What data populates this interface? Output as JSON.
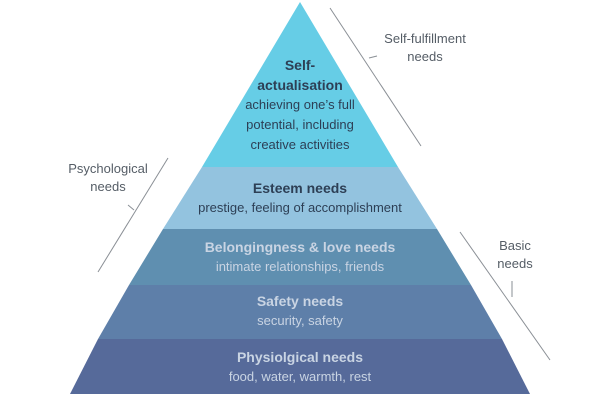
{
  "colors": {
    "tier_self": "#66cde6",
    "tier_esteem": "#93c3df",
    "tier_belonging": "#5f8fb0",
    "tier_safety": "#5e7fa9",
    "tier_physiological": "#566a9a",
    "label_line": "#8a8f95",
    "text_dark": "#2d3f55",
    "text_light": "#c9d4e3"
  },
  "tiers": {
    "self": {
      "title_1": "Self-",
      "title_2": "actualisation",
      "desc_1": "achieving one’s full",
      "desc_2": "potential, including",
      "desc_3": "creative activities"
    },
    "esteem": {
      "title": "Esteem needs",
      "desc": "prestige, feeling of accomplishment"
    },
    "belonging": {
      "title": "Belongingness & love needs",
      "desc": "intimate relationships, friends"
    },
    "safety": {
      "title": "Safety needs",
      "desc": "security, safety"
    },
    "physiological": {
      "title": "Physiolgical needs",
      "desc": "food, water, warmth, rest"
    }
  },
  "side_labels": {
    "self_fulfillment_1": "Self-fulfillment",
    "self_fulfillment_2": "needs",
    "psychological_1": "Psychological",
    "psychological_2": "needs",
    "basic_1": "Basic",
    "basic_2": "needs"
  }
}
